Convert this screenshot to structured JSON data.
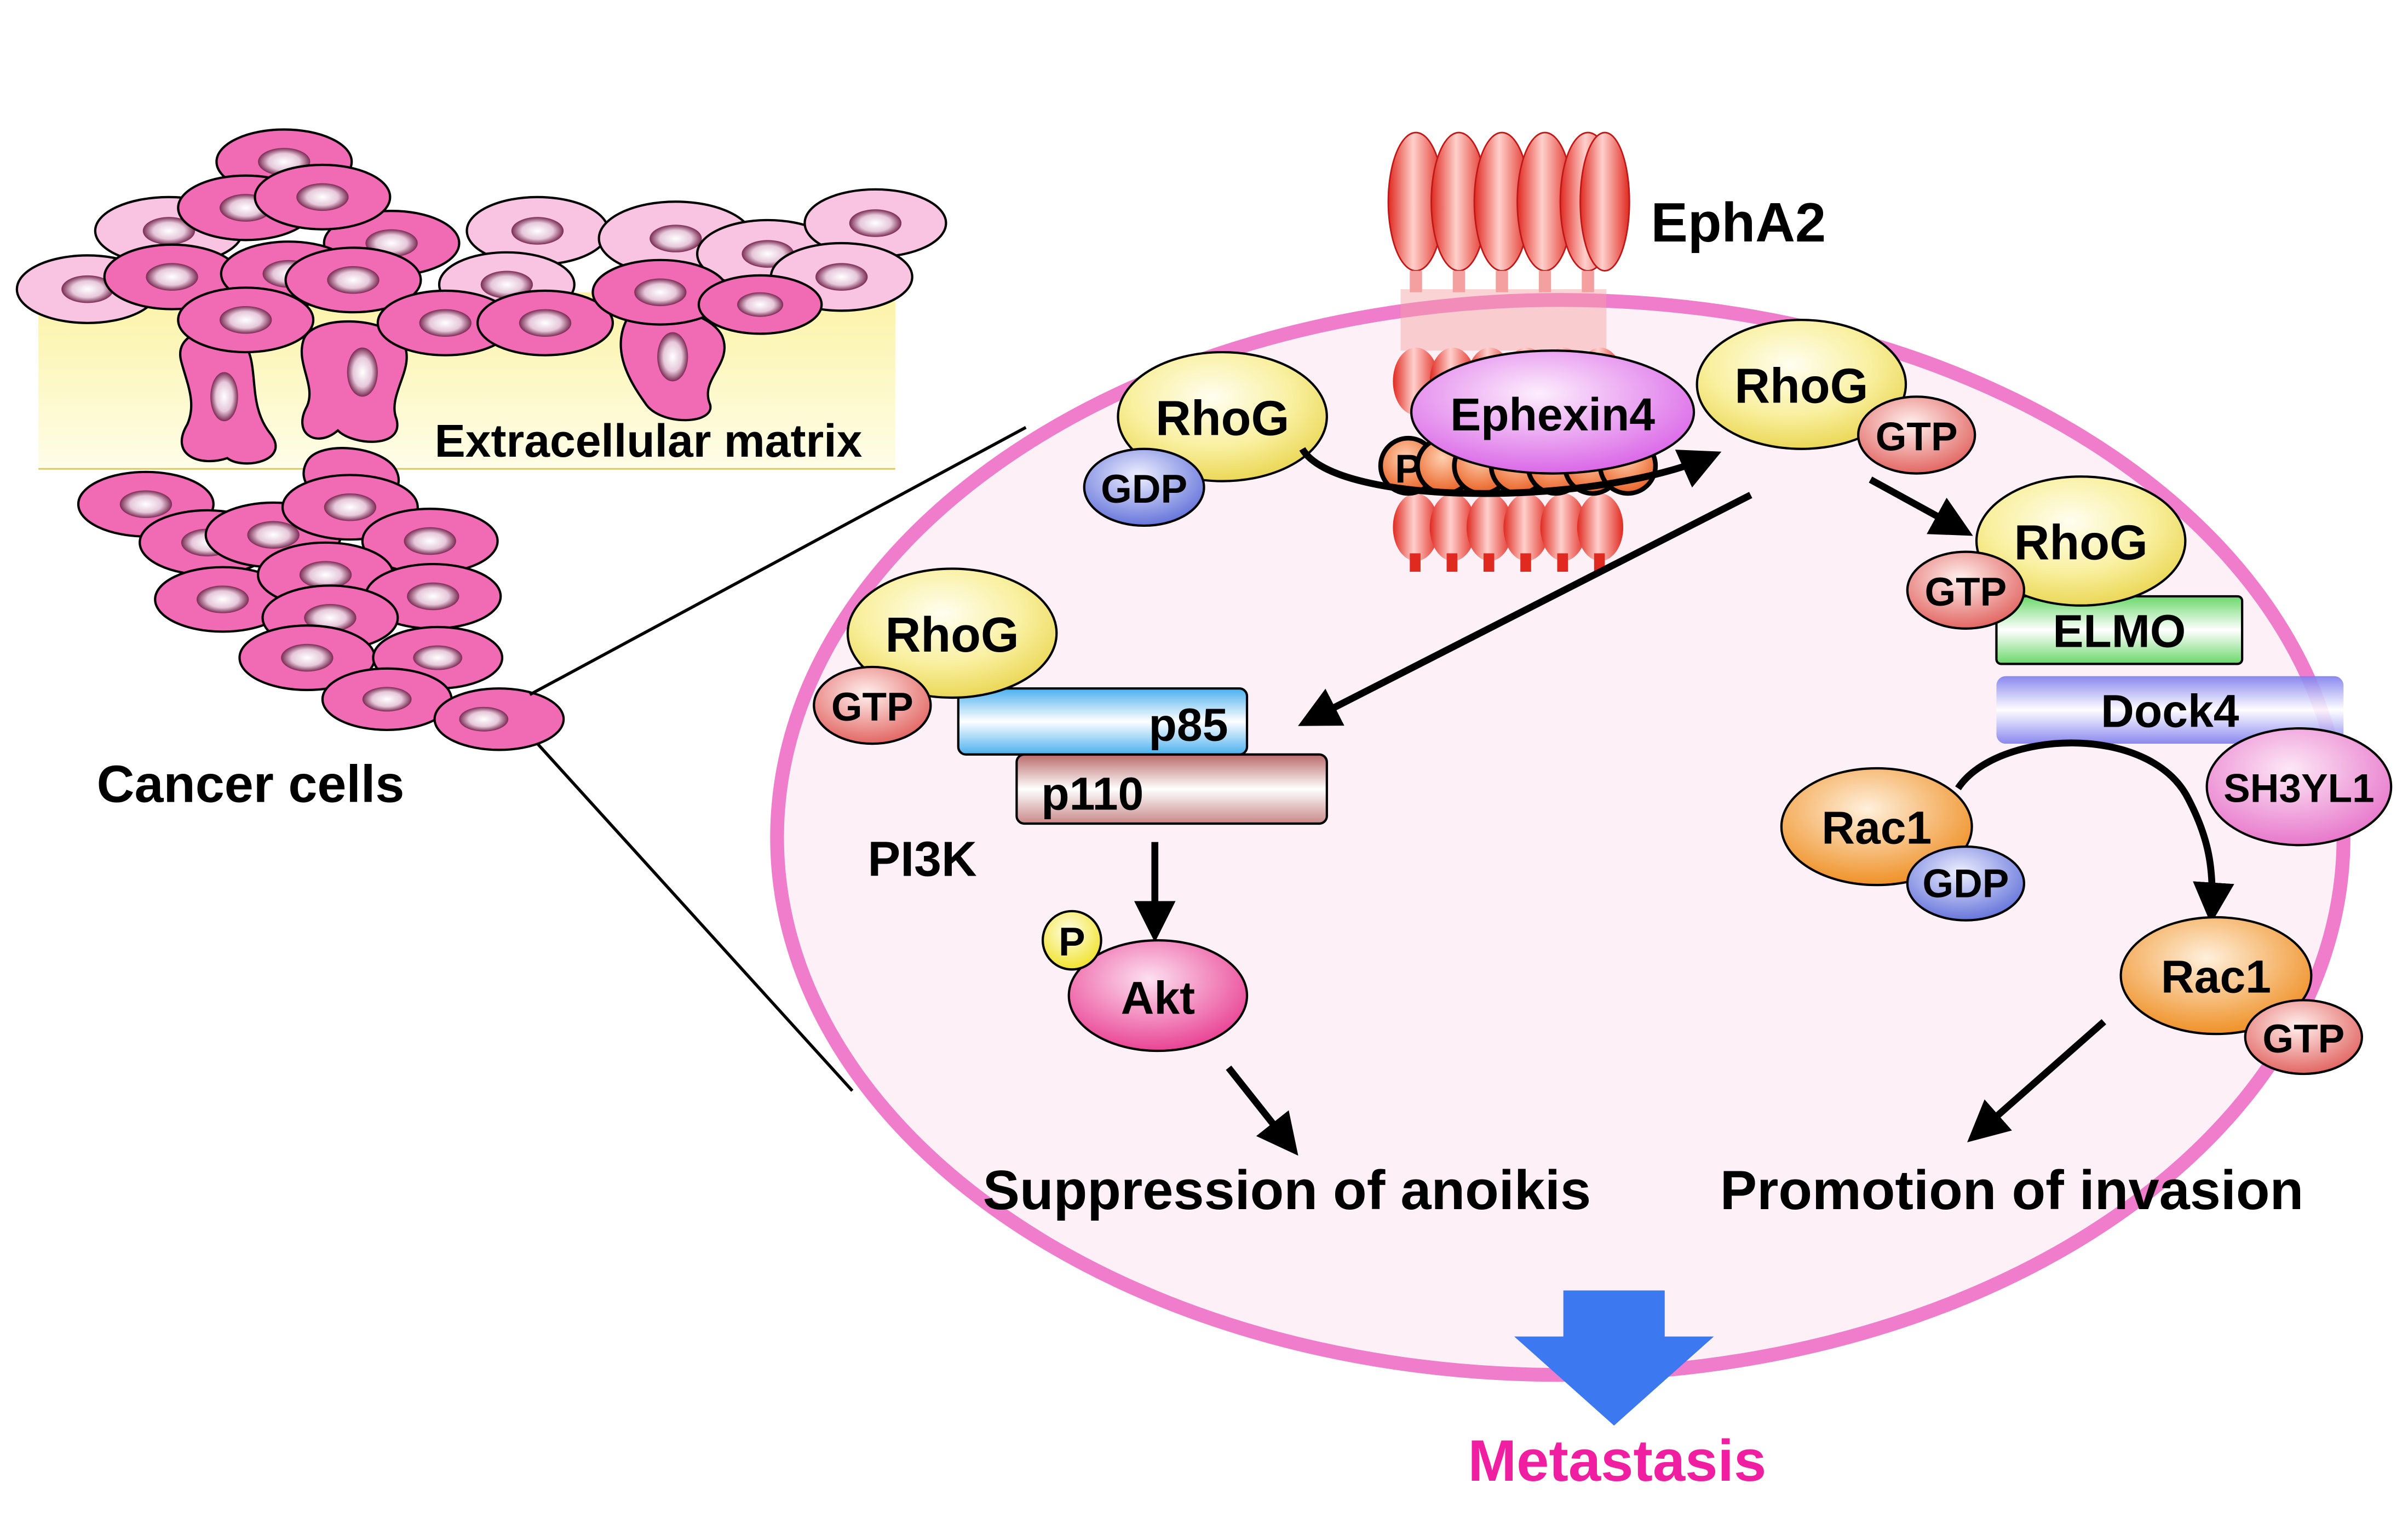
{
  "labels": {
    "epha2": "EphA2",
    "ecm": "Extracellular matrix",
    "cancer_cells": "Cancer cells",
    "pi3k": "PI3K",
    "suppression": "Suppression of anoikis",
    "promotion": "Promotion of invasion",
    "metastasis": "Metastasis"
  },
  "molecules": {
    "rhog": "RhoG",
    "gdp": "GDP",
    "gtp": "GTP",
    "ephexin4": "Ephexin4",
    "p": "P",
    "p85": "p85",
    "p110": "p110",
    "akt": "Akt",
    "elmo": "ELMO",
    "dock4": "Dock4",
    "sh3yl1": "SH3YL1",
    "rac1": "Rac1"
  },
  "colors": {
    "cell_membrane": "#f07ccc",
    "cell_fill": "#fdf0f7",
    "cancer_cell": "#f06bb4",
    "cancer_cell_light": "#f9c3e2",
    "ecm": "#fdf5b8",
    "rhog": "#f7ec82",
    "gdp": "#7a86e0",
    "gtp": "#f08a84",
    "ephexin4": "#e88af0",
    "phospho": "#f07a3c",
    "p85": "#7ec8f0",
    "p110": "#c88888",
    "akt": "#f05aa8",
    "elmo": "#7ee07e",
    "dock4": "#8c8cf0",
    "sh3yl1": "#f09ad8",
    "rac1": "#f0a040",
    "receptor": "#f04a3c",
    "metastasis_arrow": "#3c78f0",
    "metastasis_text": "#f01ea0"
  }
}
